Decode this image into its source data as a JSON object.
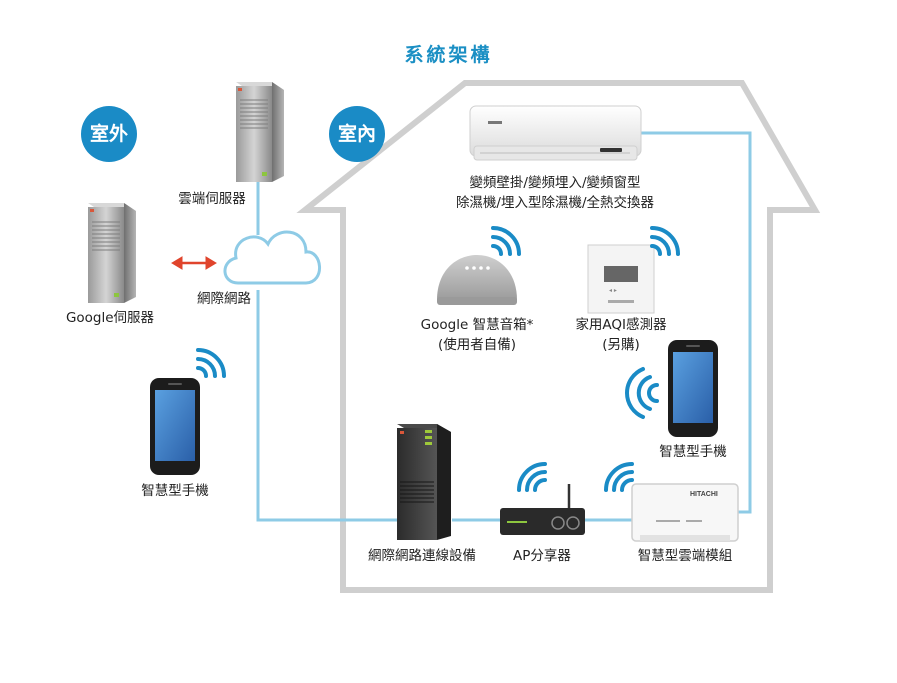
{
  "diagram": {
    "title": "系統架構",
    "zones": {
      "outdoor": "室外",
      "indoor": "室內"
    },
    "nodes": {
      "cloud_server": "雲端伺服器",
      "google_server": "Google伺服器",
      "internet": "網際網路",
      "phone_outdoor": "智慧型手機",
      "ac_line1": "變頻壁掛/變頻埋入/變頻窗型",
      "ac_line2": "除濕機/埋入型除濕機/全熱交換器",
      "google_speaker_line1": "Google 智慧音箱*",
      "google_speaker_line2": "(使用者自備)",
      "aqi_sensor_line1": "家用AQI感測器",
      "aqi_sensor_line2": "(另購)",
      "phone_indoor": "智慧型手機",
      "network_device": "網際網路連線設備",
      "router": "AP分享器",
      "cloud_module": "智慧型雲端模組"
    },
    "device_text": {
      "hitachi": "HITACHI"
    },
    "colors": {
      "accent": "#1a8bc6",
      "line": "#8ecbe6",
      "house": "#cfcfcf",
      "arrow": "#e0442c"
    }
  }
}
